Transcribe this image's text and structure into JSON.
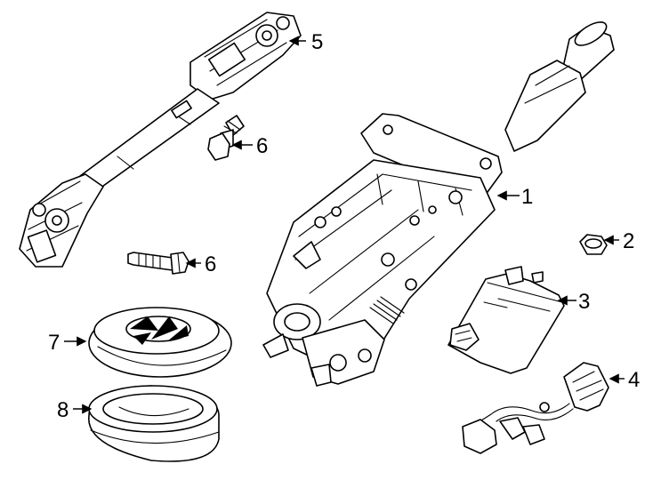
{
  "diagram": {
    "callouts": [
      {
        "id": "c1",
        "label": "1"
      },
      {
        "id": "c2",
        "label": "2"
      },
      {
        "id": "c3",
        "label": "3"
      },
      {
        "id": "c4",
        "label": "4"
      },
      {
        "id": "c5",
        "label": "5"
      },
      {
        "id": "c6a",
        "label": "6"
      },
      {
        "id": "c6b",
        "label": "6"
      },
      {
        "id": "c7",
        "label": "7"
      },
      {
        "id": "c8",
        "label": "8"
      }
    ]
  }
}
